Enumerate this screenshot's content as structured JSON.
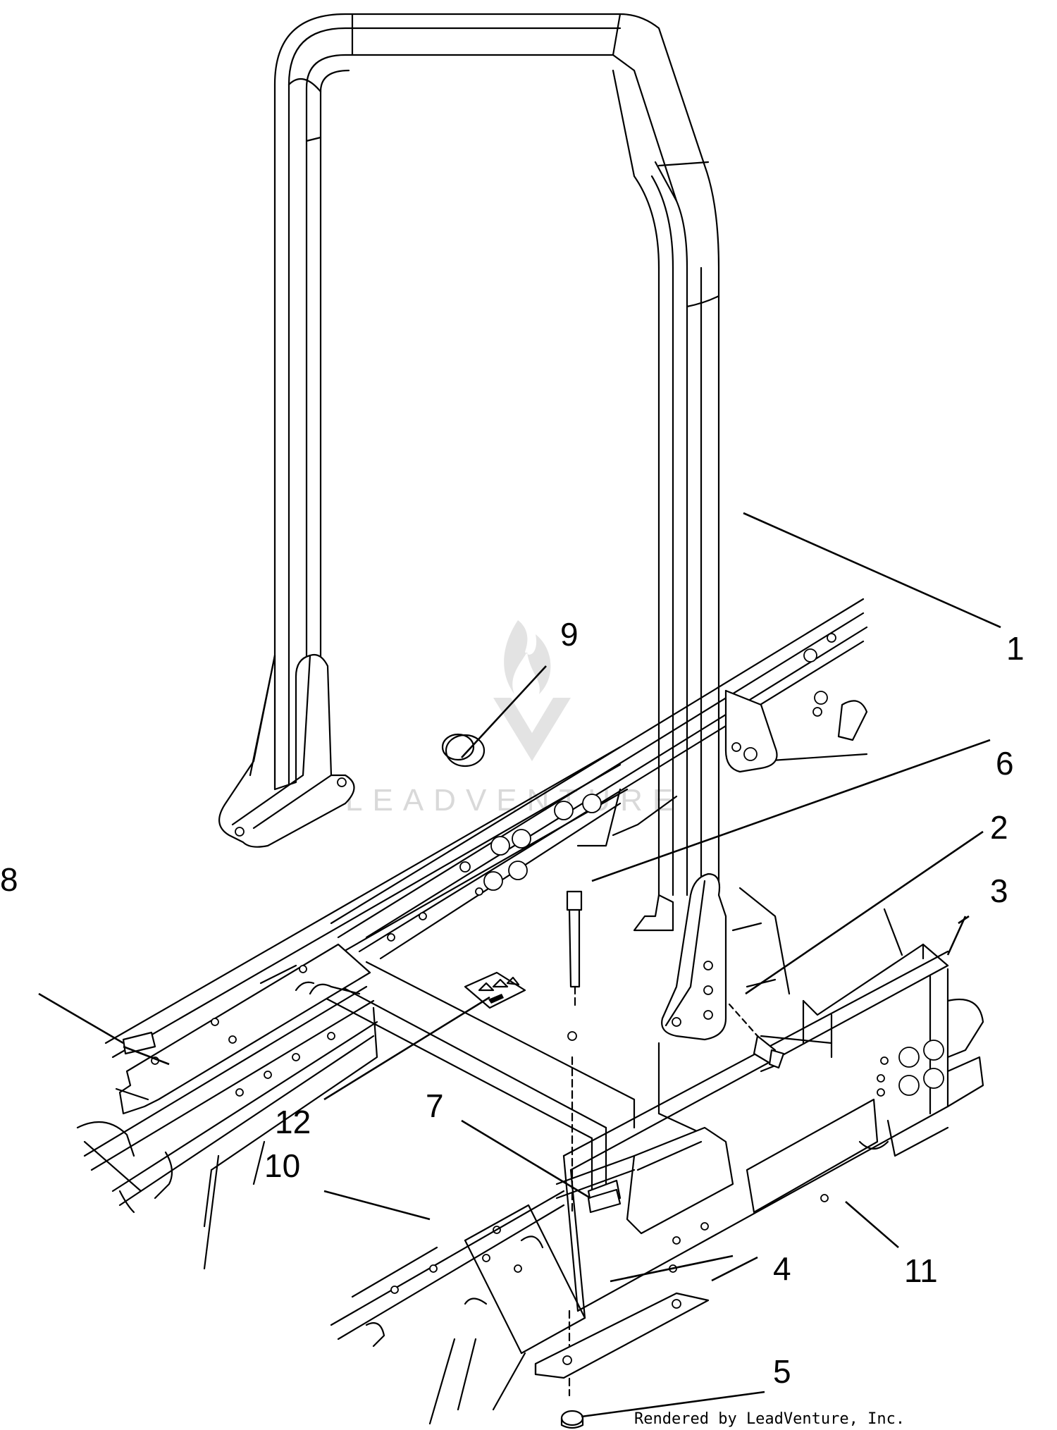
{
  "diagram": {
    "part_callouts": [
      {
        "id": "callout-1",
        "label": "1"
      },
      {
        "id": "callout-2",
        "label": "2"
      },
      {
        "id": "callout-3",
        "label": "3"
      },
      {
        "id": "callout-4",
        "label": "4"
      },
      {
        "id": "callout-5",
        "label": "5"
      },
      {
        "id": "callout-6",
        "label": "6"
      },
      {
        "id": "callout-7",
        "label": "7"
      },
      {
        "id": "callout-8",
        "label": "8"
      },
      {
        "id": "callout-9",
        "label": "9"
      },
      {
        "id": "callout-10",
        "label": "10"
      },
      {
        "id": "callout-11",
        "label": "11"
      },
      {
        "id": "callout-12",
        "label": "12"
      }
    ],
    "watermark": "LEADVENTURE",
    "credit": "Rendered by LeadVenture, Inc."
  }
}
